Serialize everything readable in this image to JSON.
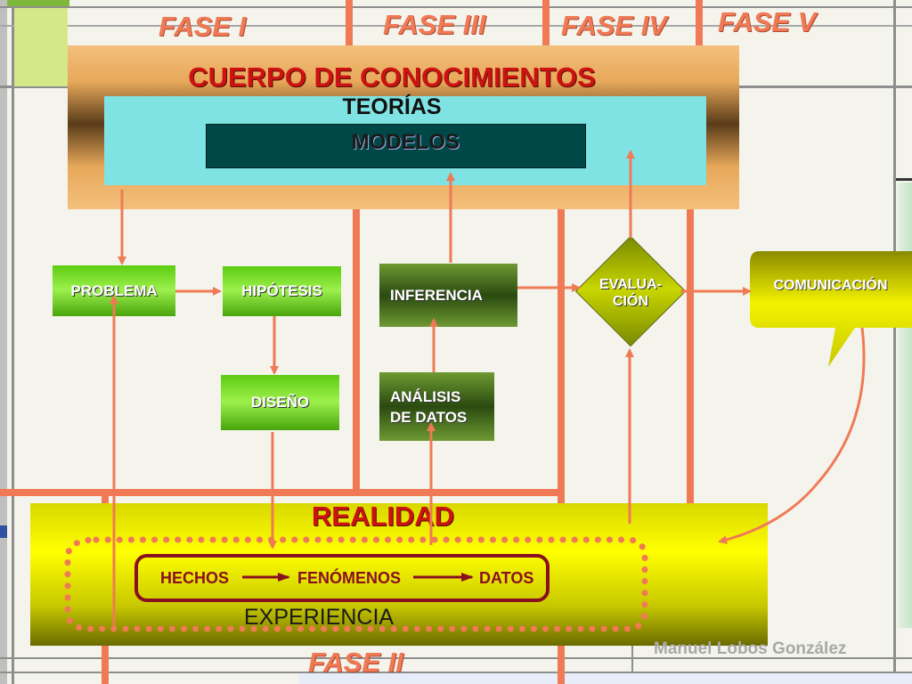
{
  "phases": {
    "fase1": "FASE I",
    "fase2": "FASE II",
    "fase3": "FASE III",
    "fase4": "FASE IV",
    "fase5": "FASE V"
  },
  "knowledge_body": {
    "title": "CUERPO DE CONOCIMIENTOS",
    "theories": "TEORÍAS",
    "models": "MODELOS"
  },
  "nodes": {
    "problema": "PROBLEMA",
    "hipotesis": "HIPÓTESIS",
    "diseno": "DISEÑO",
    "inferencia": "INFERENCIA",
    "analisis_line1": "ANÁLISIS",
    "analisis_line2": "DE DATOS",
    "evaluacion_line1": "EVALUA-",
    "evaluacion_line2": "CIÓN",
    "comunicacion": "COMUNICACIÓN"
  },
  "reality": {
    "title": "REALIDAD",
    "hechos": "HECHOS",
    "fenomenos": "FENÓMENOS",
    "datos": "DATOS",
    "experiencia": "EXPERIENCIA"
  },
  "author": "Manuel Lobos González",
  "colors": {
    "phase_accent": "#f07a55",
    "node_green": "#6fd81c",
    "reality_yellow": "#f2f200",
    "teorias_cyan": "#7fe3e3",
    "modelos_dark": "#004848",
    "flow_maroon": "#8a1020"
  }
}
